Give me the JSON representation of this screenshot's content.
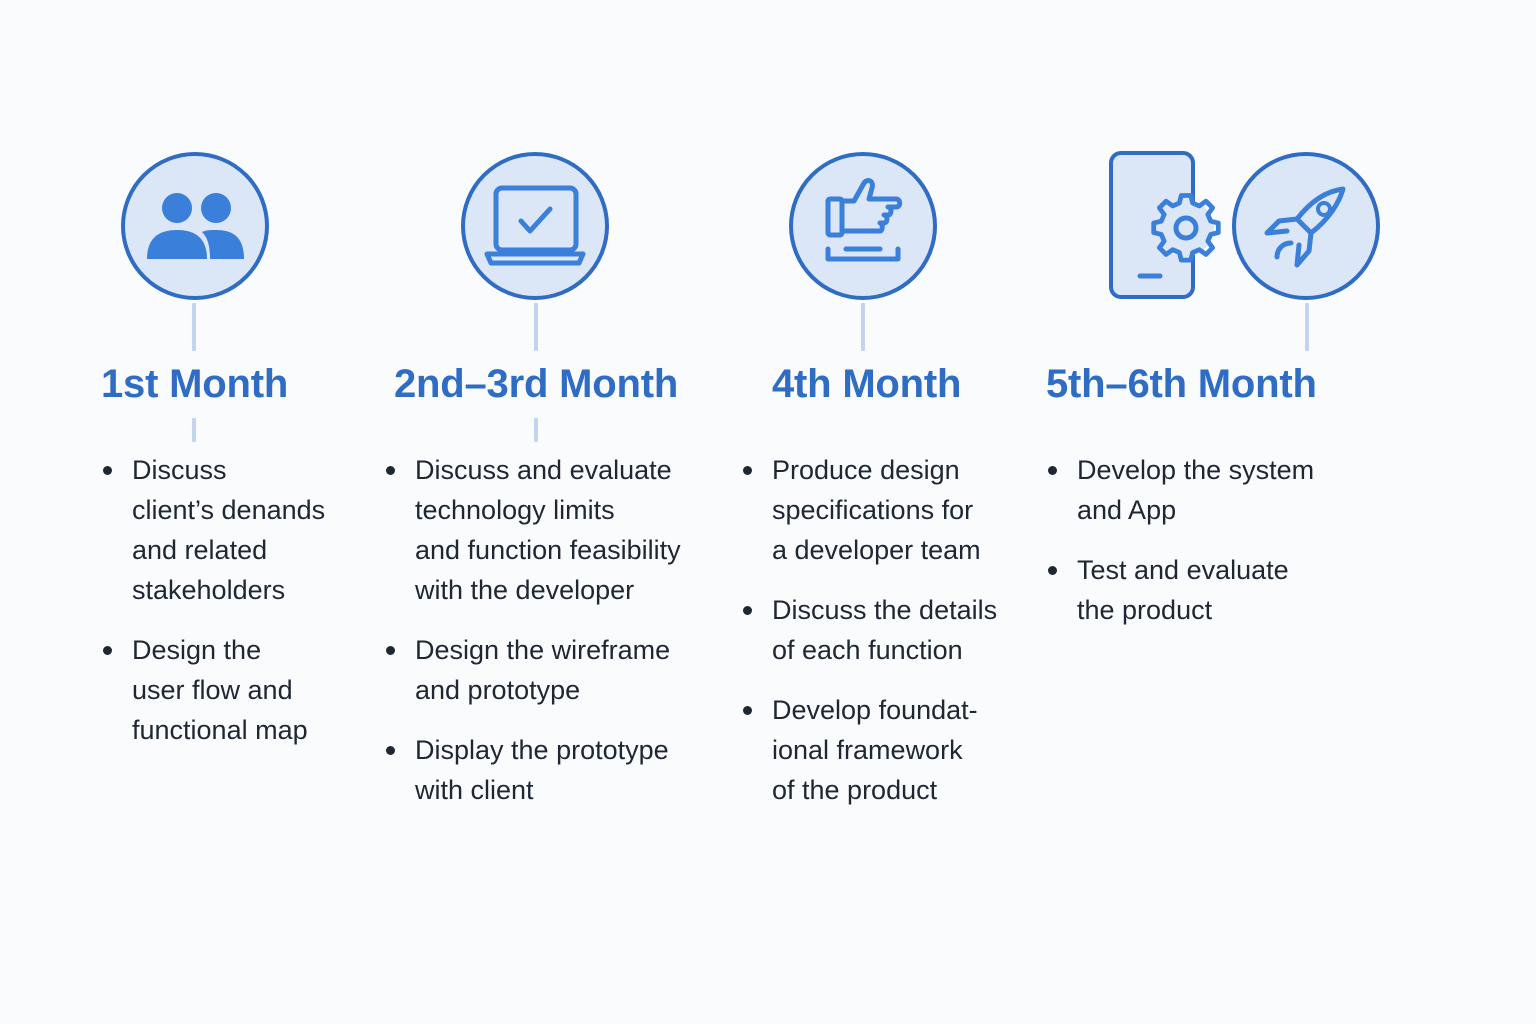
{
  "colors": {
    "accent": "#2f6cc3",
    "icon_fill": "#dbe6f6",
    "icon_glyph": "#3a7fd9",
    "connector": "#c2d4ee",
    "text": "#1f2733",
    "background": "#fafbfc"
  },
  "phases": [
    {
      "title": "1st Month",
      "icon": "people-icon",
      "items": [
        "Discuss\nclient’s denands\nand related\nstakeholders",
        "Design the\nuser flow and\nfunctional map"
      ]
    },
    {
      "title": "2nd–3rd Month",
      "icon": "laptop-check-icon",
      "items": [
        "Discuss and evaluate\ntechnology limits\nand function feasibility\nwith the developer",
        "Design the wireframe\nand prototype",
        "Display the prototype\nwith client"
      ]
    },
    {
      "title": "4th Month",
      "icon": "hand-pointing-icon",
      "items": [
        "Produce design\nspecifications for\na developer team",
        "Discuss the details\nof each function",
        "Develop foundat-\nional framework\nof the product"
      ]
    },
    {
      "title": "5th–6th Month",
      "icons": [
        "phone-gear-icon",
        "rocket-icon"
      ],
      "items": [
        "Develop the system\nand App",
        "Test and evaluate\nthe product"
      ]
    }
  ]
}
